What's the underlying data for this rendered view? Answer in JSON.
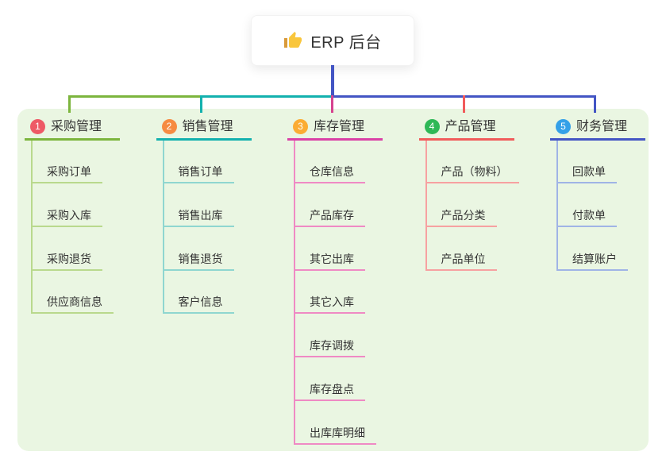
{
  "root": {
    "title": "ERP 后台",
    "icon": "thumbs-up"
  },
  "colors": {
    "canvas_bg": "#ffffff",
    "panel_bg": "#eaf6e2",
    "text": "#333333",
    "root_connector": "#4355c4"
  },
  "connectors": {
    "bus_segments": [
      "#7cb53d",
      "#13b1ae",
      "#4355c4"
    ]
  },
  "branches": [
    {
      "number": "1",
      "label": "采购管理",
      "badge_color": "#ee5a66",
      "accent_color": "#7cb53d",
      "drop_color": "#7cb53d",
      "item_line_color": "#b9d98d",
      "items": [
        "采购订单",
        "采购入库",
        "采购退货",
        "供应商信息"
      ]
    },
    {
      "number": "2",
      "label": "销售管理",
      "badge_color": "#f68b42",
      "accent_color": "#13b1ae",
      "drop_color": "#13b1ae",
      "item_line_color": "#8fd6d0",
      "items": [
        "销售订单",
        "销售出库",
        "销售退货",
        "客户信息"
      ]
    },
    {
      "number": "3",
      "label": "库存管理",
      "badge_color": "#fbac33",
      "accent_color": "#da41a6",
      "drop_color": "#d6428f",
      "item_line_color": "#ef8ac4",
      "items": [
        "仓库信息",
        "产品库存",
        "其它出库",
        "其它入库",
        "库存调拨",
        "库存盘点",
        "出库库明细"
      ]
    },
    {
      "number": "4",
      "label": "产品管理",
      "badge_color": "#2eb857",
      "accent_color": "#f15b5b",
      "drop_color": "#f15b5b",
      "item_line_color": "#f7a1a1",
      "items": [
        "产品（物料）",
        "产品分类",
        "产品单位"
      ]
    },
    {
      "number": "5",
      "label": "财务管理",
      "badge_color": "#34a0e8",
      "accent_color": "#4355c4",
      "drop_color": "#4355c4",
      "item_line_color": "#a0b4e6",
      "items": [
        "回款单",
        "付款单",
        "结算账户"
      ]
    }
  ]
}
